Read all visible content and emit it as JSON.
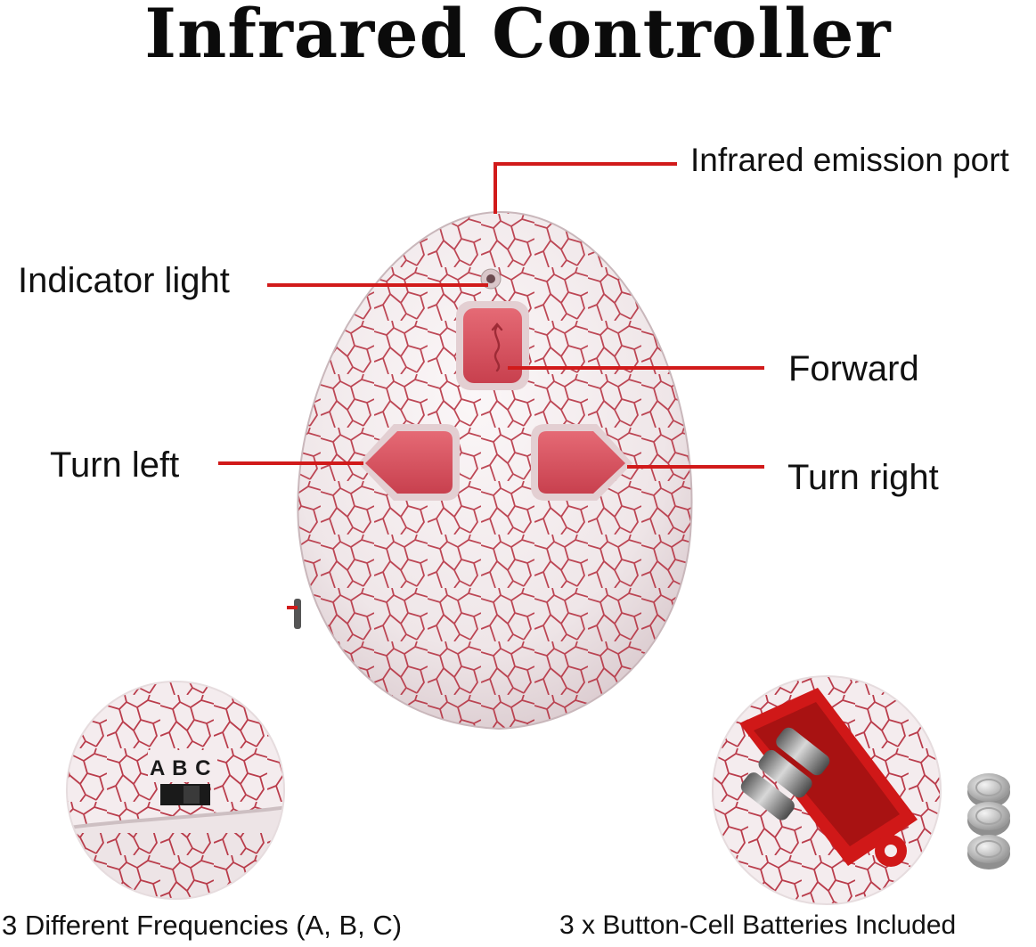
{
  "title": "Infrared Controller",
  "callouts": {
    "emission_port": "Infrared emission port",
    "indicator_light": "Indicator light",
    "forward": "Forward",
    "turn_left": "Turn left",
    "turn_right": "Turn right"
  },
  "insets": {
    "frequency": {
      "switch_letters": "A B C",
      "caption": "3 Different Frequencies (A, B, C)"
    },
    "batteries": {
      "count": 3,
      "caption": "3 x Button-Cell Batteries Included"
    }
  },
  "colors": {
    "leader_line": "#d11a1a",
    "shell": "#efe6e8",
    "crack": "#b32a3a",
    "button": "#d9505d",
    "battery_tray": "#d01818"
  },
  "icons": {
    "forward_button": "wave-arrow-up-icon",
    "left_button": "arrow-left-icon",
    "right_button": "arrow-right-icon"
  }
}
